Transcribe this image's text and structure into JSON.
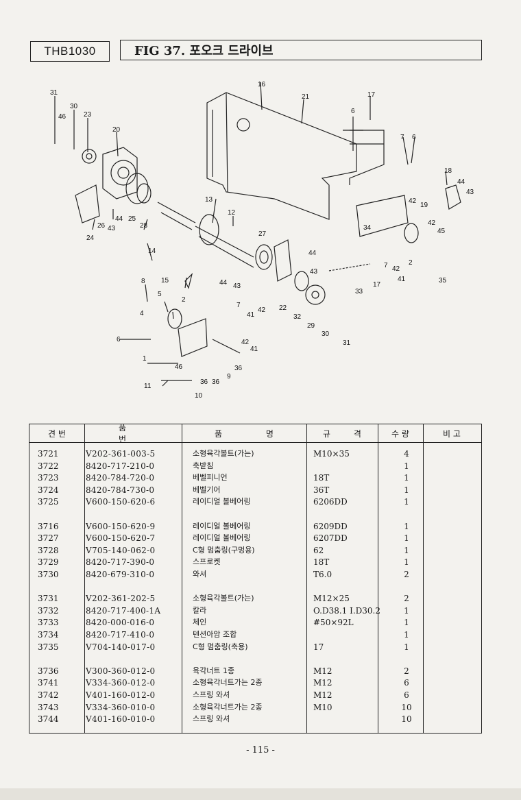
{
  "header": {
    "model": "THB1030",
    "figure_title": "FIG 37. 포오크 드라이브"
  },
  "diagram": {
    "callouts": [
      "31",
      "46",
      "30",
      "23",
      "20",
      "16",
      "21",
      "17",
      "6",
      "7",
      "6",
      "18",
      "44",
      "43",
      "42",
      "19",
      "42",
      "45",
      "34",
      "44",
      "43",
      "42",
      "7",
      "2",
      "41",
      "35",
      "13",
      "12",
      "27",
      "25",
      "44",
      "26",
      "43",
      "28",
      "24",
      "14",
      "15",
      "8",
      "5",
      "4",
      "2",
      "44",
      "43",
      "7",
      "41",
      "42",
      "22",
      "32",
      "29",
      "30",
      "31",
      "33",
      "17",
      "6",
      "1",
      "46",
      "36",
      "36",
      "9",
      "36",
      "42",
      "41",
      "11",
      "10"
    ]
  },
  "table": {
    "headers": {
      "no": "견 번",
      "part": "품 번",
      "name": "품 명",
      "spec": "규 격",
      "qty": "수 량",
      "remark": "비 고"
    },
    "rows": [
      {
        "no": "3721",
        "part": "V202-361-003-5",
        "name": "소형육각볼트(가는)",
        "spec": "M10×35",
        "qty": "4"
      },
      {
        "no": "3722",
        "part": "8420-717-210-0",
        "name": "축받침",
        "spec": "",
        "qty": "1"
      },
      {
        "no": "3723",
        "part": "8420-784-720-0",
        "name": "베벨피니언",
        "spec": "18T",
        "qty": "1"
      },
      {
        "no": "3724",
        "part": "8420-784-730-0",
        "name": "베벨기어",
        "spec": "36T",
        "qty": "1"
      },
      {
        "no": "3725",
        "part": "V600-150-620-6",
        "name": "레이디얼 볼베어링",
        "spec": "6206DD",
        "qty": "1"
      },
      {
        "no": "3716",
        "part": "V600-150-620-9",
        "name": "레이디얼 볼베어링",
        "spec": "6209DD",
        "qty": "1"
      },
      {
        "no": "3727",
        "part": "V600-150-620-7",
        "name": "레이디얼 볼베어링",
        "spec": "6207DD",
        "qty": "1"
      },
      {
        "no": "3728",
        "part": "V705-140-062-0",
        "name": "C형 멈춤링(구멍용)",
        "spec": "62",
        "qty": "1"
      },
      {
        "no": "3729",
        "part": "8420-717-390-0",
        "name": "스프로켓",
        "spec": "18T",
        "qty": "1"
      },
      {
        "no": "3730",
        "part": "8420-679-310-0",
        "name": "와셔",
        "spec": "T6.0",
        "qty": "2"
      },
      {
        "no": "3731",
        "part": "V202-361-202-5",
        "name": "소형육각볼트(가는)",
        "spec": "M12×25",
        "qty": "2"
      },
      {
        "no": "3732",
        "part": "8420-717-400-1A",
        "name": "칼라",
        "spec": "O.D38.1 I.D30.2",
        "qty": "1"
      },
      {
        "no": "3733",
        "part": "8420-000-016-0",
        "name": "체인",
        "spec": "#50×92L",
        "qty": "1"
      },
      {
        "no": "3734",
        "part": "8420-717-410-0",
        "name": "텐션아암 조합",
        "spec": "",
        "qty": "1"
      },
      {
        "no": "3735",
        "part": "V704-140-017-0",
        "name": "C형 멈춤링(축용)",
        "spec": "17",
        "qty": "1"
      },
      {
        "no": "3736",
        "part": "V300-360-012-0",
        "name": "육각너트 1종",
        "spec": "M12",
        "qty": "2"
      },
      {
        "no": "3741",
        "part": "V334-360-012-0",
        "name": "소형육각너트가는 2종",
        "spec": "M12",
        "qty": "6"
      },
      {
        "no": "3742",
        "part": "V401-160-012-0",
        "name": "스프링 와셔",
        "spec": "M12",
        "qty": "6"
      },
      {
        "no": "3743",
        "part": "V334-360-010-0",
        "name": "소형육각너트가는 2종",
        "spec": "M10",
        "qty": "10"
      },
      {
        "no": "3744",
        "part": "V401-160-010-0",
        "name": "스프링 와셔",
        "spec": "",
        "qty": "10"
      }
    ]
  },
  "footer": {
    "page_number": "- 115 -"
  }
}
